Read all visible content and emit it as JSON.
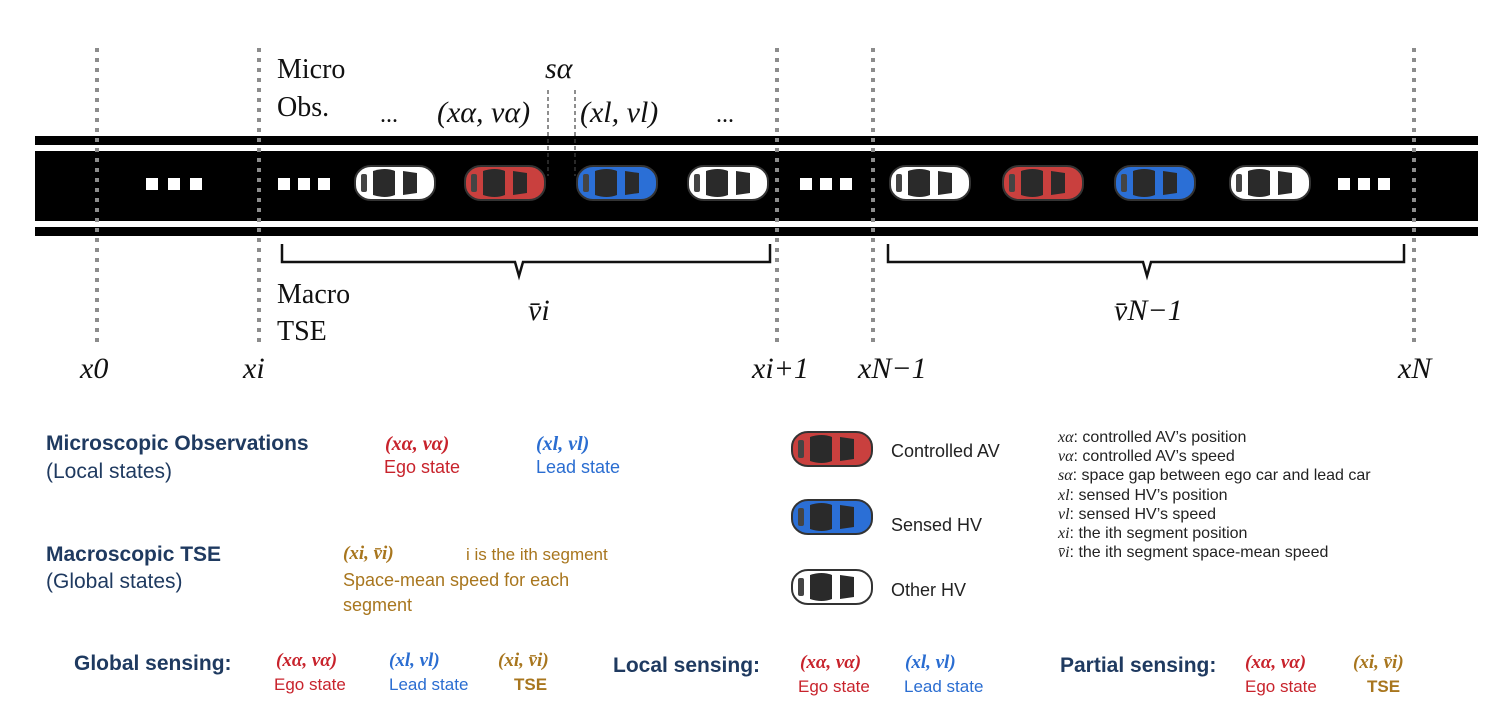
{
  "top": {
    "micro_line1": "Micro",
    "micro_line2": "Obs.",
    "macro_line1": "Macro",
    "macro_line2": "TSE",
    "dots": "...",
    "s_alpha": "sα",
    "ego_pair": "(xα, vα)",
    "lead_pair": "(xl, vl)",
    "vbar_i": "v̄i",
    "vbar_N1": "v̄N−1",
    "positions": [
      "x0",
      "xi",
      "xi+1",
      "xN−1",
      "xN"
    ]
  },
  "legend": {
    "micro_title": "Microscopic Observations",
    "micro_sub": "(Local states)",
    "ego_pair": "(xα, vα)",
    "ego_label": "Ego state",
    "lead_pair": "(xl, vl)",
    "lead_label": "Lead state",
    "macro_title": "Macroscopic TSE",
    "macro_sub": "(Global states)",
    "tse_pair": "(xi, v̄i)",
    "segment_note": "i is the ith segment",
    "segment_desc_1": "Space-mean speed for each",
    "segment_desc_2": "segment",
    "cars": [
      {
        "name": "Controlled AV",
        "color": "#c9403e"
      },
      {
        "name": "Sensed HV",
        "color": "#2b6fd6"
      },
      {
        "name": "Other HV",
        "color": "#ffffff"
      }
    ],
    "defs": [
      {
        "sym": "xα",
        "text": ": controlled AV’s position"
      },
      {
        "sym": "vα",
        "text": ": controlled AV’s speed"
      },
      {
        "sym": "sα",
        "text": ": space gap between ego car and lead car"
      },
      {
        "sym": "xl",
        "text": ": sensed HV’s position"
      },
      {
        "sym": "vl",
        "text": ": sensed HV’s speed"
      },
      {
        "sym": "xi",
        "text": ": the ith segment position"
      },
      {
        "sym": "v̄i",
        "text": ": the ith segment space-mean speed"
      }
    ]
  },
  "sensing": {
    "global_title": "Global sensing:",
    "local_title": "Local sensing:",
    "partial_title": "Partial sensing:",
    "ego_pair": "(xα, vα)",
    "lead_pair": "(xl, vl)",
    "tse_pair": "(xi, v̄i)",
    "ego_label": "Ego state",
    "lead_label": "Lead state",
    "tse_label": "TSE"
  },
  "colors": {
    "road": "#000000",
    "ego": "#c8232c",
    "lead": "#2a6dd1",
    "tse": "#a8761e",
    "title": "#1f3a60"
  }
}
